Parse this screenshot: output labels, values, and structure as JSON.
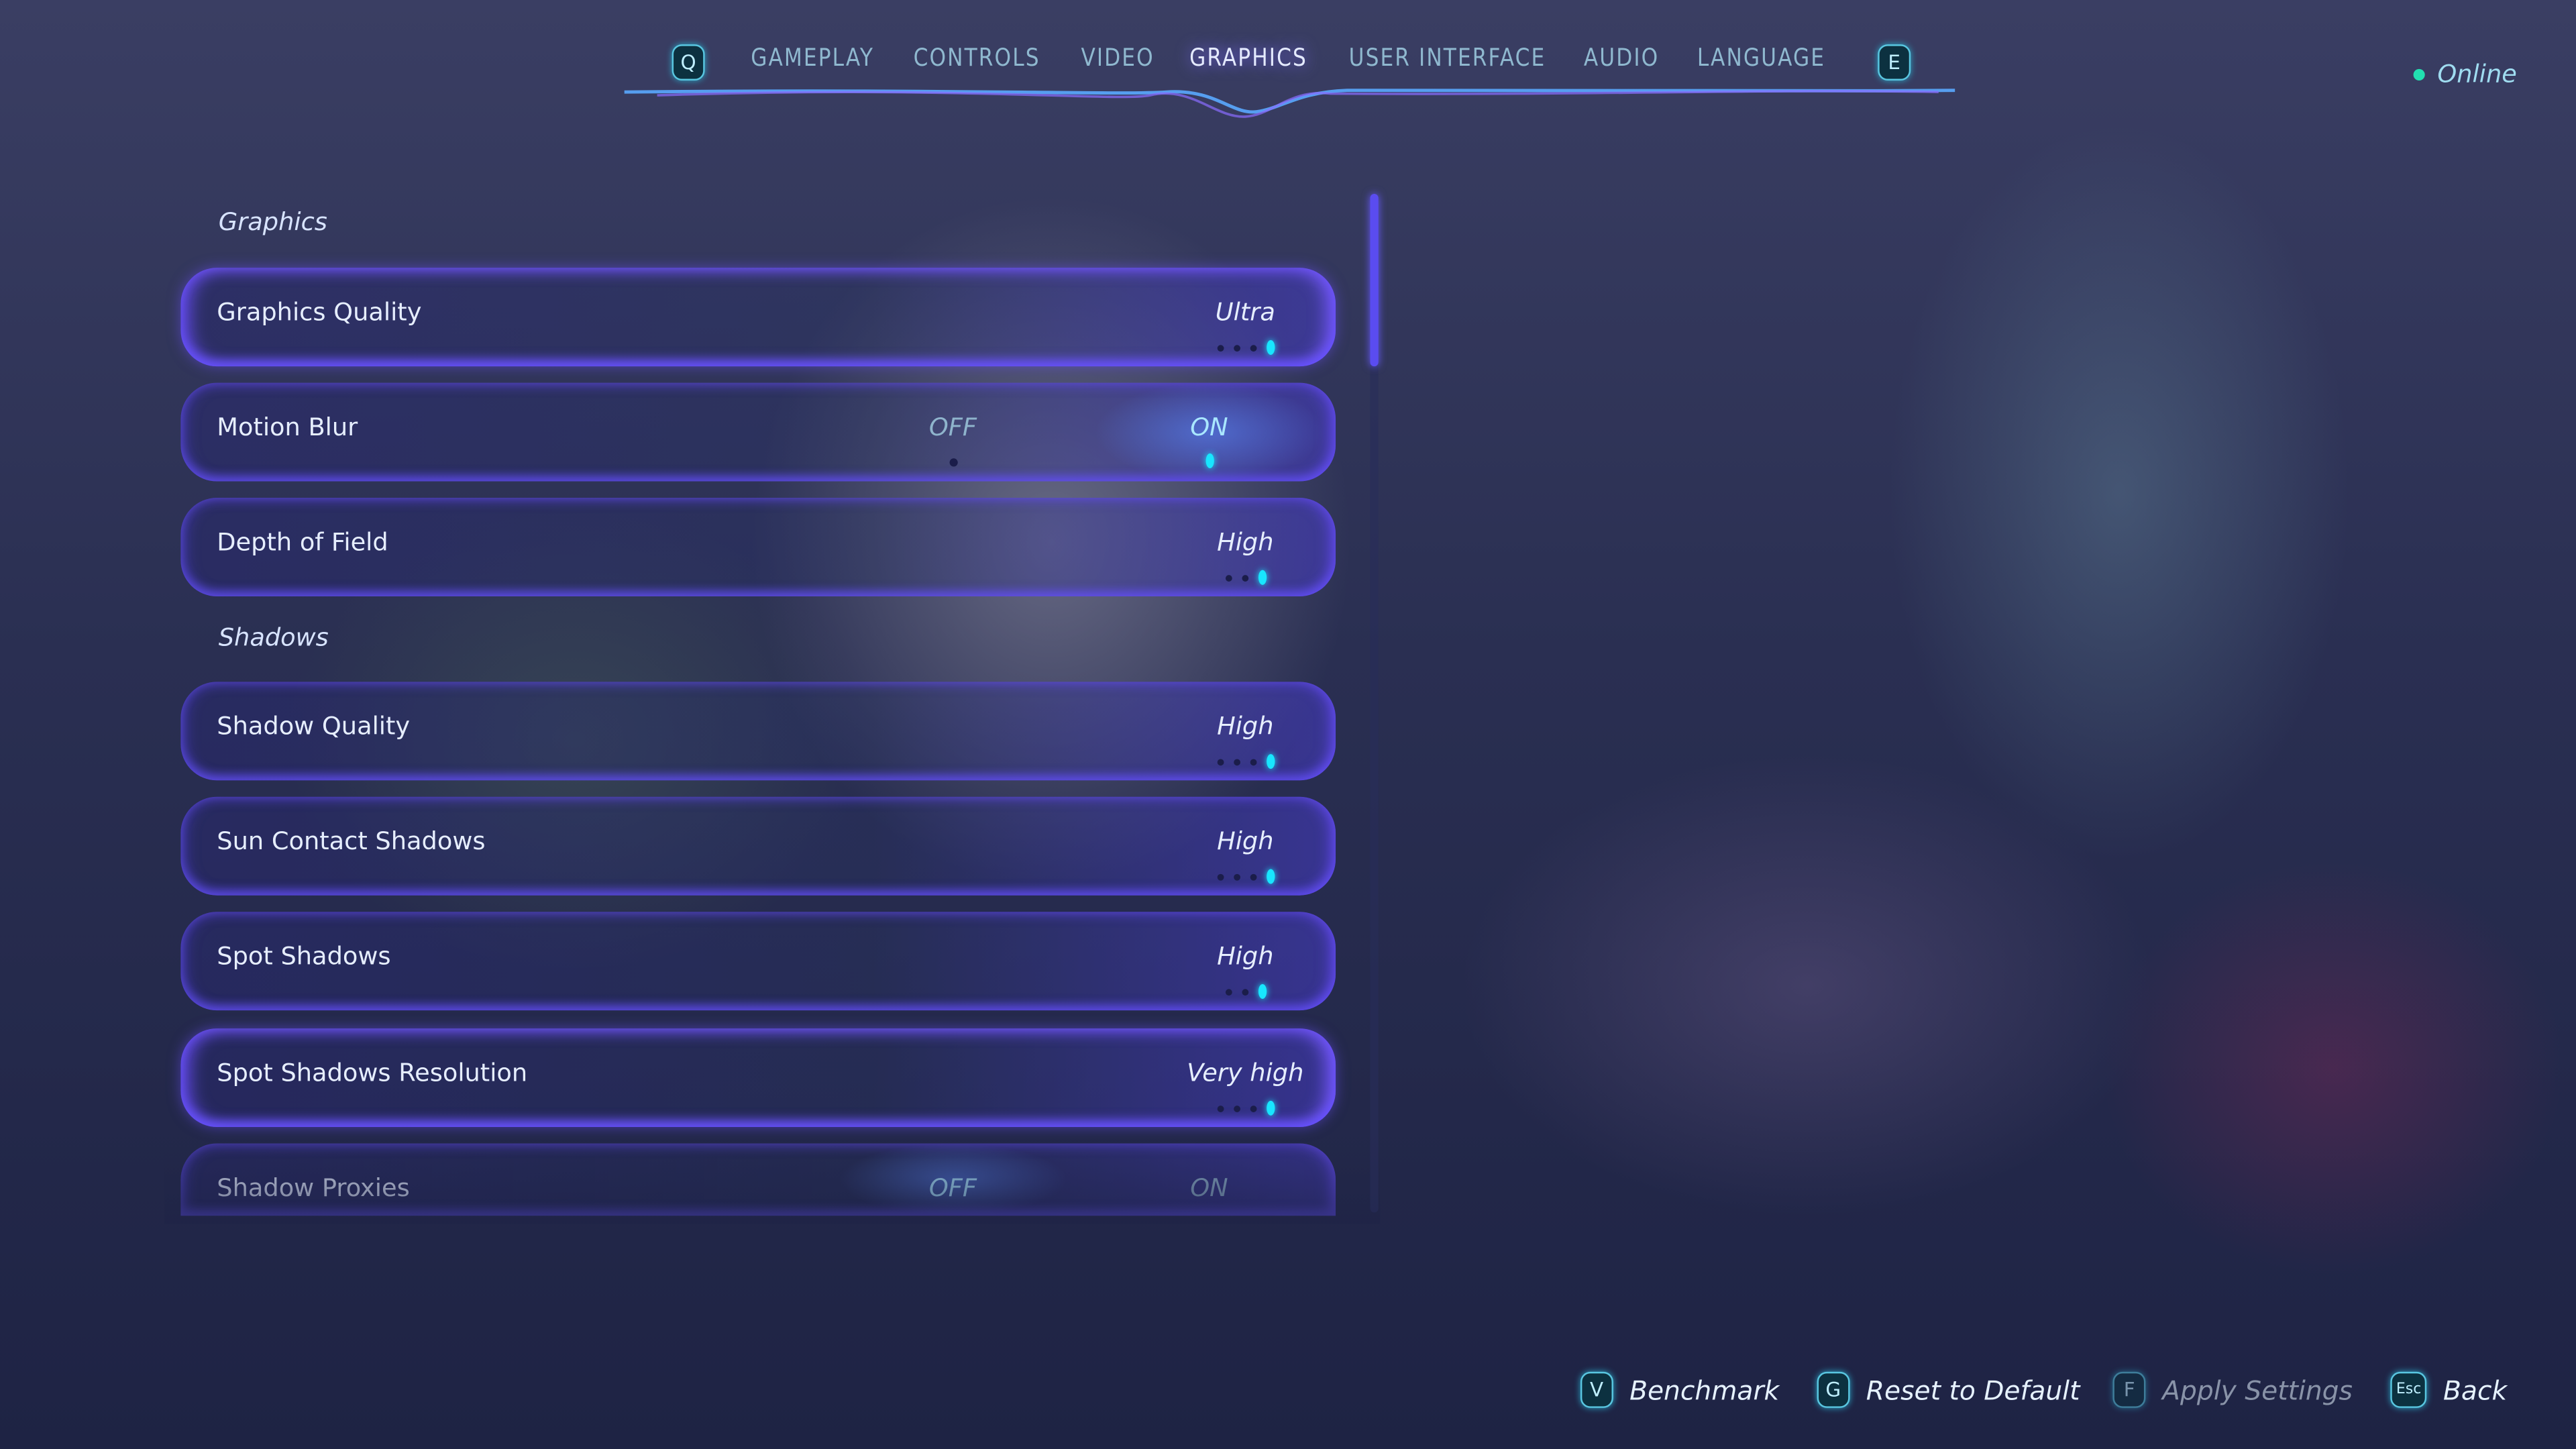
{
  "tabs": {
    "prev_key": "Q",
    "next_key": "E",
    "items": [
      {
        "label": "GAMEPLAY",
        "active": false
      },
      {
        "label": "CONTROLS",
        "active": false
      },
      {
        "label": "VIDEO",
        "active": false
      },
      {
        "label": "GRAPHICS",
        "active": true
      },
      {
        "label": "USER INTERFACE",
        "active": false
      },
      {
        "label": "AUDIO",
        "active": false
      },
      {
        "label": "LANGUAGE",
        "active": false
      }
    ]
  },
  "status": {
    "label": "Online",
    "color": "#22e0b0"
  },
  "sections": [
    {
      "title": "Graphics",
      "settings": [
        {
          "label": "Graphics Quality",
          "value": "Ultra",
          "level": 4,
          "levels": 4
        },
        {
          "label": "Motion Blur",
          "toggle": true,
          "off_label": "OFF",
          "on_label": "ON",
          "value": "ON"
        },
        {
          "label": "Depth of Field",
          "value": "High",
          "level": 3,
          "levels": 3
        }
      ]
    },
    {
      "title": "Shadows",
      "settings": [
        {
          "label": "Shadow Quality",
          "value": "High",
          "level": 4,
          "levels": 4
        },
        {
          "label": "Sun Contact Shadows",
          "value": "High",
          "level": 4,
          "levels": 4
        },
        {
          "label": "Spot Shadows",
          "value": "High",
          "level": 3,
          "levels": 3
        },
        {
          "label": "Spot Shadows Resolution",
          "value": "Very high",
          "level": 4,
          "levels": 4
        },
        {
          "label": "Shadow Proxies",
          "toggle": true,
          "off_label": "OFF",
          "on_label": "ON",
          "value": "OFF"
        }
      ]
    }
  ],
  "footer": [
    {
      "key": "V",
      "label": "Benchmark",
      "enabled": true
    },
    {
      "key": "G",
      "label": "Reset to Default",
      "enabled": true
    },
    {
      "key": "F",
      "label": "Apply Settings",
      "enabled": false
    },
    {
      "key": "Esc",
      "label": "Back",
      "enabled": true
    }
  ],
  "accent": "#18e6ff"
}
